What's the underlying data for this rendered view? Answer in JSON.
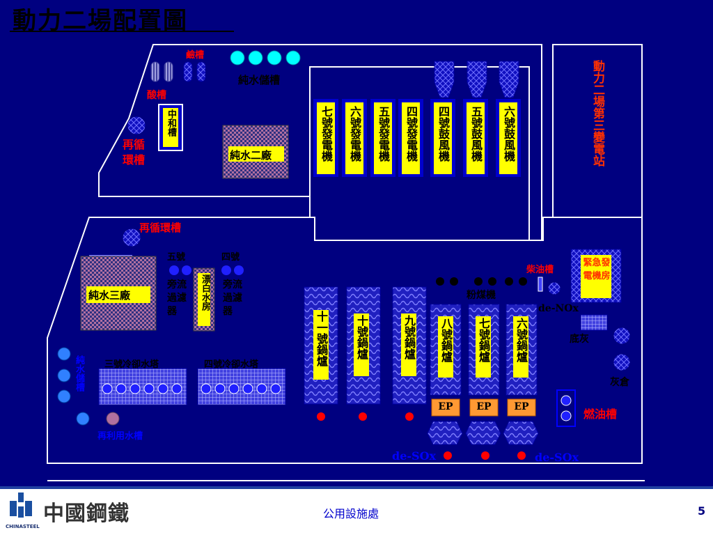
{
  "title": "動力二場配置圖",
  "labels": {
    "alkali_tank": "鹼槽",
    "pure_water_storage": "純水儲槽",
    "acid_tank": "酸槽",
    "neutral_tank": "中和槽",
    "recirc_tank_1": "再循環槽",
    "pure_water_plant_2": "純水二廠",
    "substation": "動力二場第三變電站",
    "gen7": "七號發電機",
    "gen6": "六號發電機",
    "gen5": "五號發電機",
    "gen4": "四號發電機",
    "fan4": "四號鼓風機",
    "fan5": "五號鼓風機",
    "fan6": "六號鼓風機",
    "recirc_tank_2": "再循環槽",
    "filter5_title": "五號",
    "filter4_title": "四號",
    "side_filter": "旁流過濾器",
    "bleach_room": "漂白水房",
    "pure_water_plant_3": "純水三廠",
    "diesel_tank": "柴油槽",
    "emergency_gen": "緊急發電機房",
    "coal_mill": "粉煤機",
    "denox": "de-NOx",
    "bottom_ash": "底灰",
    "ash_silo": "灰倉",
    "pure_water_storage_2": "純水儲槽",
    "cooling_tower_3": "三號冷卻水塔",
    "cooling_tower_4": "四號冷卻水塔",
    "boiler11": "十一號鍋爐",
    "boiler10": "十號鍋爐",
    "boiler9": "九號鍋爐",
    "boiler8": "八號鍋爐",
    "boiler7": "七號鍋爐",
    "boiler6": "六號鍋爐",
    "ep": "EP",
    "fuel_oil_tank": "燃油槽",
    "reuse_water_tank": "再利用水槽",
    "desox_left": "de-SOx",
    "desox_right": "de-SOx"
  },
  "footer": {
    "company": "中國鋼鐵",
    "company_en": "CHINASTEEL",
    "department": "公用設施處",
    "page_number": "5"
  },
  "colors": {
    "background": "#000080",
    "site": "#ffffff",
    "equipment_blue": "#0000cc",
    "label_yellow": "#ffff00",
    "label_red": "#ff0000",
    "ep_orange": "#ff9933"
  }
}
